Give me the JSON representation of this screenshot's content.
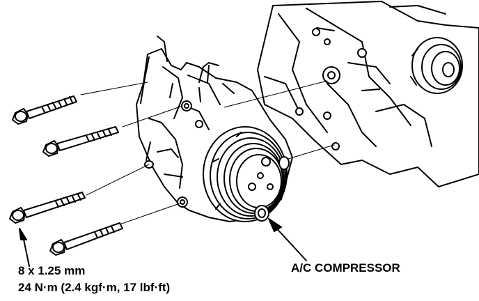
{
  "labels": {
    "bolt_size": "8 x 1.25 mm",
    "torque": "24 N·m (2.4 kgf·m, 17 lbf·ft)",
    "component": "A/C COMPRESSOR"
  },
  "colors": {
    "ink": "#000000",
    "paper": "#ffffff"
  },
  "icons": [
    "bolt-icon",
    "arrow-icon"
  ]
}
